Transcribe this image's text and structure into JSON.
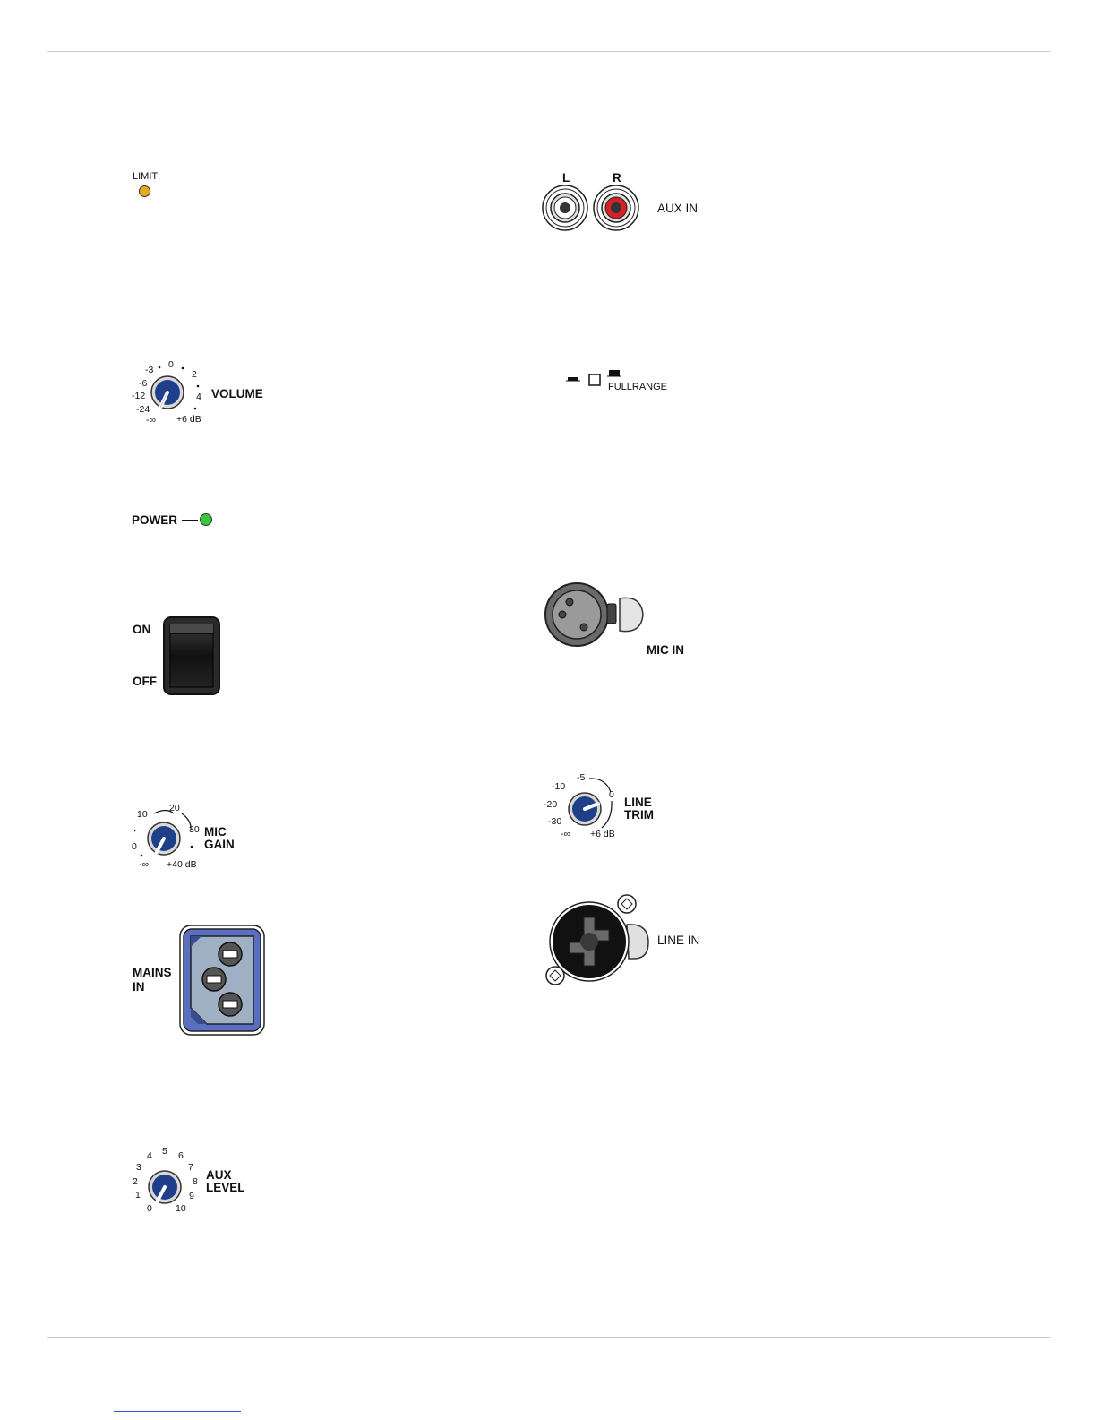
{
  "limit": {
    "label": "LIMIT",
    "led_color": "#e8a820"
  },
  "aux_in": {
    "left_label": "L",
    "right_label": "R",
    "label": "AUX IN"
  },
  "volume": {
    "label": "VOLUME",
    "ticks": [
      "-3",
      "0",
      "2",
      "-6",
      "-12",
      "4",
      "-24",
      "-∞",
      "+6 dB"
    ]
  },
  "fullrange": {
    "label": "FULLRANGE"
  },
  "power": {
    "label": "POWER",
    "led_color": "#3cc43c"
  },
  "switch": {
    "on_label": "ON",
    "off_label": "OFF"
  },
  "mic_in": {
    "label": "MIC IN"
  },
  "mic_gain": {
    "label_line1": "MIC",
    "label_line2": "GAIN",
    "ticks": [
      "10",
      "20",
      "30",
      "0",
      "-∞",
      "+40 dB"
    ]
  },
  "line_trim": {
    "label_line1": "LINE",
    "label_line2": "TRIM",
    "ticks": [
      "-10",
      "-5",
      "0",
      "-20",
      "-30",
      "-∞",
      "+6 dB"
    ]
  },
  "mains_in": {
    "label_line1": "MAINS",
    "label_line2": "IN"
  },
  "line_in": {
    "label": "LINE IN"
  },
  "aux_level": {
    "label_line1": "AUX",
    "label_line2": "LEVEL",
    "ticks": [
      "4",
      "5",
      "6",
      "3",
      "7",
      "2",
      "8",
      "1",
      "9",
      "0",
      "10"
    ]
  },
  "colors": {
    "knob": "#1f3f8a",
    "mains": "#5a6fc0",
    "aux_red": "#d8202a"
  }
}
